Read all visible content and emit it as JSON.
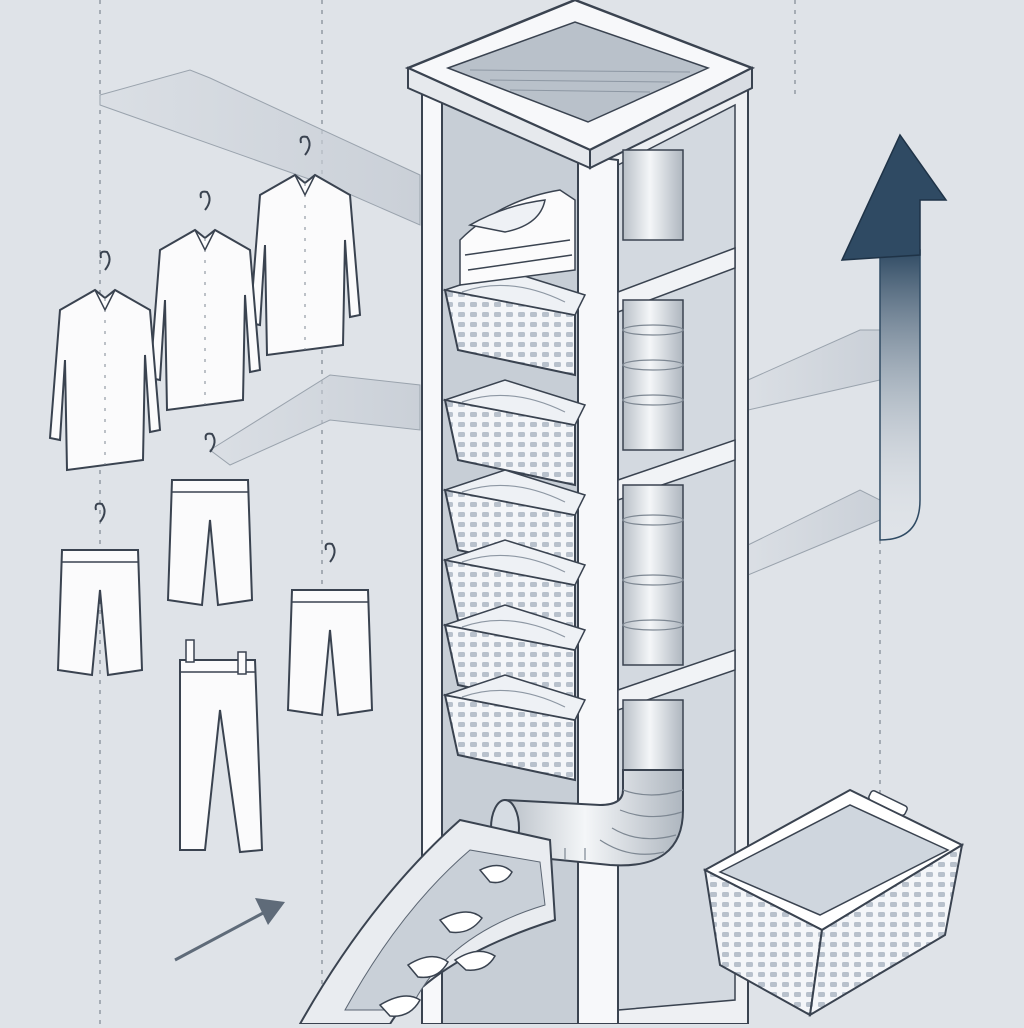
{
  "illustration": {
    "background": "#dfe3e8",
    "line_color": "#3a4350",
    "accent": "#2f4a63",
    "paper": "#f7f8fa",
    "elements": [
      "laundry-chute-tower",
      "hanging-shirts",
      "hanging-shorts",
      "hanging-pants",
      "stacked-baskets",
      "vertical-duct",
      "flexible-hose",
      "sock-slide",
      "laundry-basket",
      "flow-arrows"
    ],
    "counts": {
      "shirts": 3,
      "shorts": 3,
      "pants": 1,
      "tower_baskets": 6
    }
  }
}
